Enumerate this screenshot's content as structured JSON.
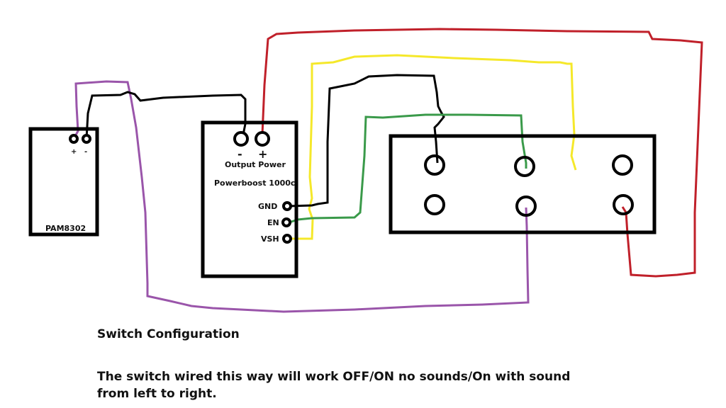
{
  "components": {
    "amp": {
      "name": "PAM8302",
      "terminals": [
        "+",
        "-"
      ]
    },
    "powerboost": {
      "name": "Powerboost 1000c",
      "output_label": "Output Power",
      "output_terminals": [
        "-",
        "+"
      ],
      "pins": [
        "GND",
        "EN",
        "VSH"
      ]
    },
    "switch": {
      "rows": 2,
      "columns": 3
    }
  },
  "wire_colors": {
    "black": "#000000",
    "red": "#c0202a",
    "yellow": "#f5e82a",
    "green": "#3a9a4a",
    "purple": "#9a55aa"
  },
  "caption": {
    "title": "Switch Configuration",
    "body_line1": "The switch wired this way will work OFF/ON no sounds/On with sound",
    "body_line2": "from left to right."
  }
}
